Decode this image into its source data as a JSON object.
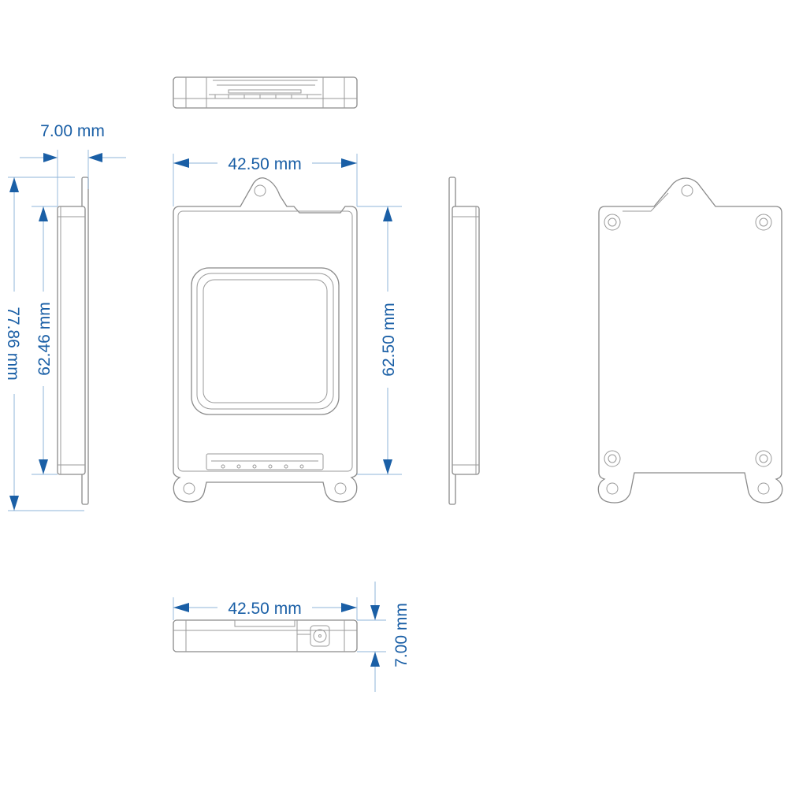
{
  "dimensions": {
    "side_thickness": "7.00 mm",
    "overall_height": "77.86 mm",
    "body_height_side": "62.46 mm",
    "width_front": "42.50 mm",
    "body_height_front": "62.50 mm",
    "width_bottom": "42.50 mm",
    "thickness_bottom": "7.00 mm"
  },
  "colors": {
    "dimension": "#1a5fa6",
    "outline": "#8a8a8a"
  }
}
